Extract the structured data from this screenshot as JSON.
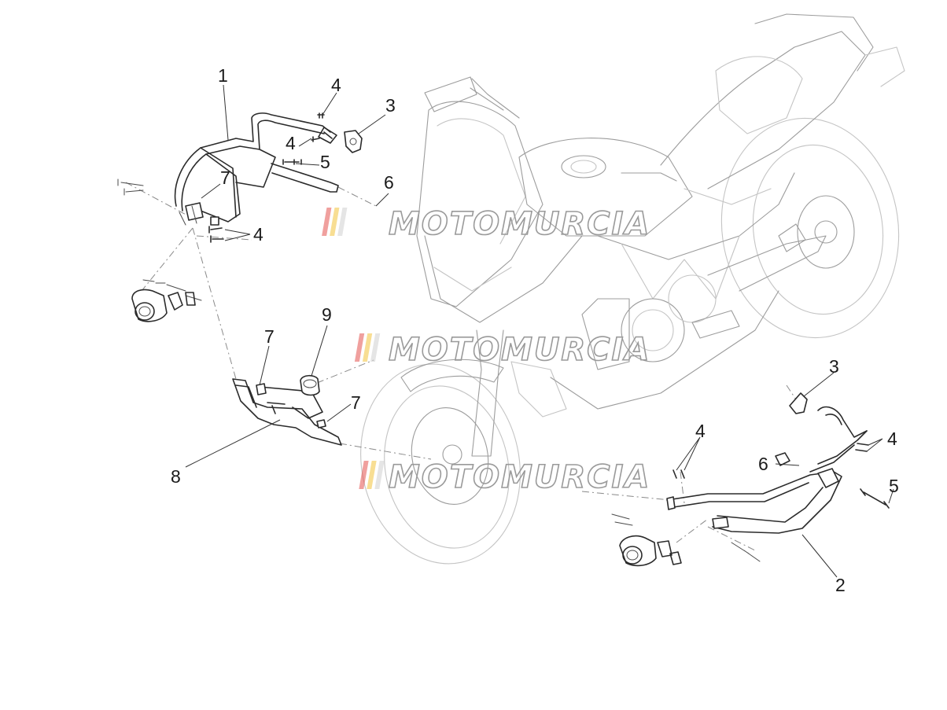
{
  "diagram": {
    "callouts": [
      {
        "id": "c1",
        "label": "1"
      },
      {
        "id": "c4a",
        "label": "4"
      },
      {
        "id": "c3a",
        "label": "3"
      },
      {
        "id": "c4b",
        "label": "4"
      },
      {
        "id": "c5a",
        "label": "5"
      },
      {
        "id": "c7a",
        "label": "7"
      },
      {
        "id": "c6a",
        "label": "6"
      },
      {
        "id": "c4c",
        "label": "4"
      },
      {
        "id": "c9",
        "label": "9"
      },
      {
        "id": "c7b",
        "label": "7"
      },
      {
        "id": "c7c",
        "label": "7"
      },
      {
        "id": "c8",
        "label": "8"
      },
      {
        "id": "c3b",
        "label": "3"
      },
      {
        "id": "c4d",
        "label": "4"
      },
      {
        "id": "c4e",
        "label": "4"
      },
      {
        "id": "c6b",
        "label": "6"
      },
      {
        "id": "c5b",
        "label": "5"
      },
      {
        "id": "c2",
        "label": "2"
      }
    ],
    "watermark": {
      "text": "MOTOMURCIA",
      "stripe_colors": [
        "#e4524f",
        "#f2c23a",
        "#cfcfcf"
      ]
    },
    "colors": {
      "line": "#2b2b2b",
      "ghost": "#c4c4c4",
      "background": "#ffffff"
    }
  }
}
